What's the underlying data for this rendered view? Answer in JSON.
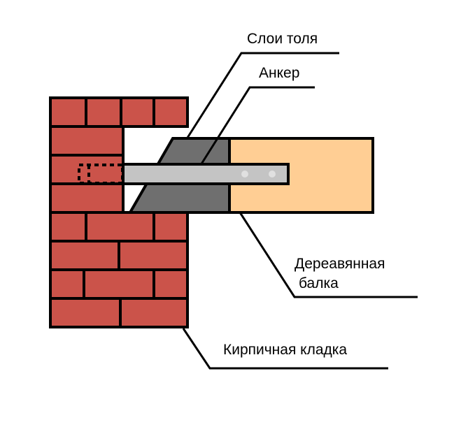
{
  "labels": {
    "tar_paper": "Слои толя",
    "anchor": "Анкер",
    "beam_line1": "Дереавянная",
    "beam_line2": "балка",
    "masonry": "Кирпичная кладка"
  },
  "colors": {
    "brick": "#CB534A",
    "tar_paper": "#6F6F6F",
    "beam": "#FFCE94",
    "anchor": "#C4C4C4",
    "bolt": "#E0E0E0"
  }
}
